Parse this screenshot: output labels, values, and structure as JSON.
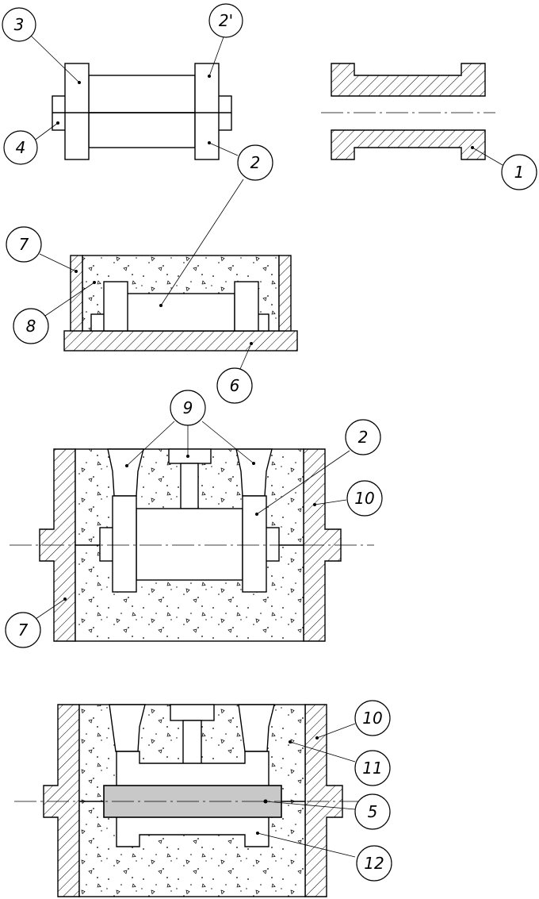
{
  "labels": {
    "l3": "3",
    "l2p": "2'",
    "l4": "4",
    "l2a": "2",
    "l1": "1",
    "l7a": "7",
    "l8": "8",
    "l6": "6",
    "l9": "9",
    "l2b": "2",
    "l10a": "10",
    "l7b": "7",
    "l10b": "10",
    "l11": "11",
    "l5": "5",
    "l12": "12"
  }
}
